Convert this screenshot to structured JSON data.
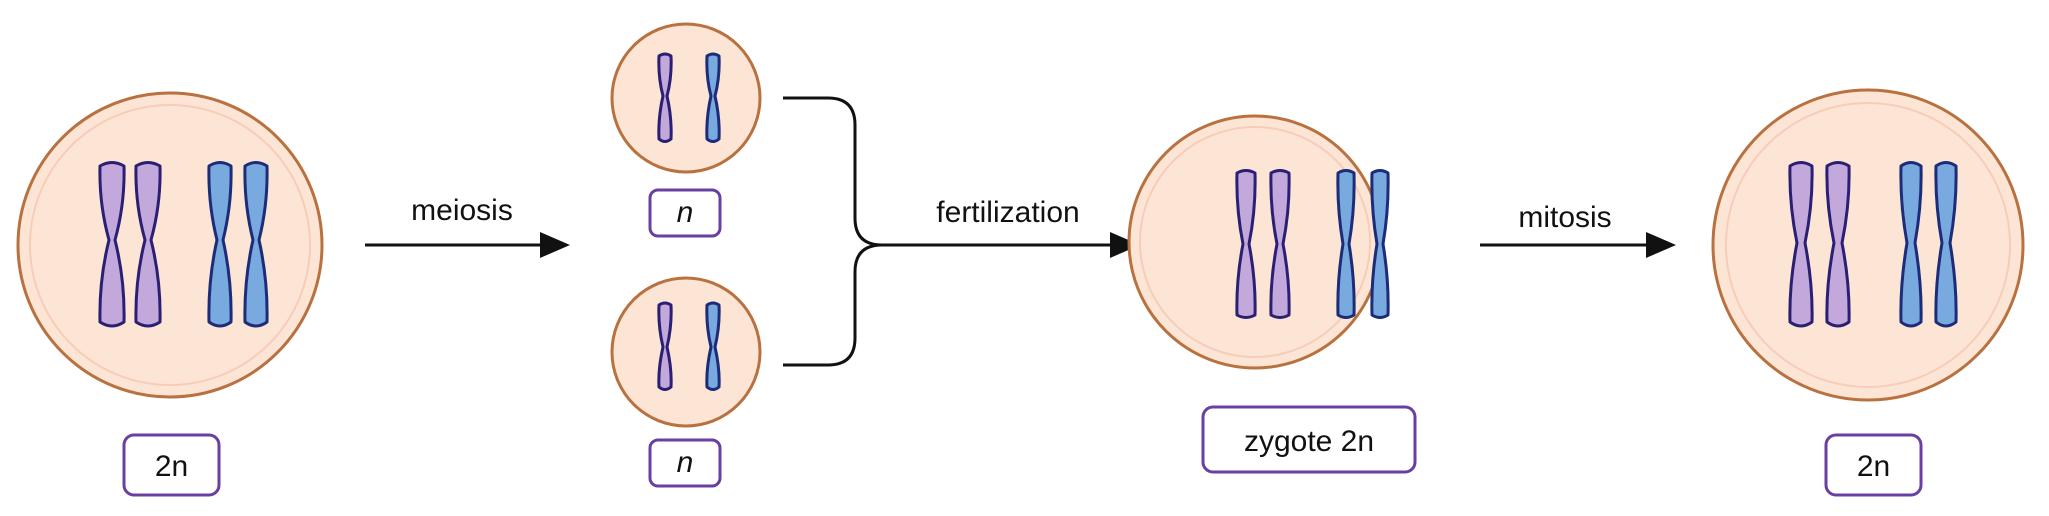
{
  "diagram": {
    "labels": {
      "parent_cell": "2n",
      "gamete_top": "n",
      "gamete_bottom": "n",
      "zygote": "zygote 2n",
      "daughter_cell": "2n"
    },
    "steps": {
      "meiosis": "meiosis",
      "fertilization": "fertilization",
      "mitosis": "mitosis"
    },
    "colors": {
      "cell_fill": "#fde5d6",
      "cell_border": "#b8713f",
      "chromosome_purple": "#c3a8db",
      "chromosome_blue": "#78a9df",
      "label_border": "#6a3fa2"
    }
  }
}
